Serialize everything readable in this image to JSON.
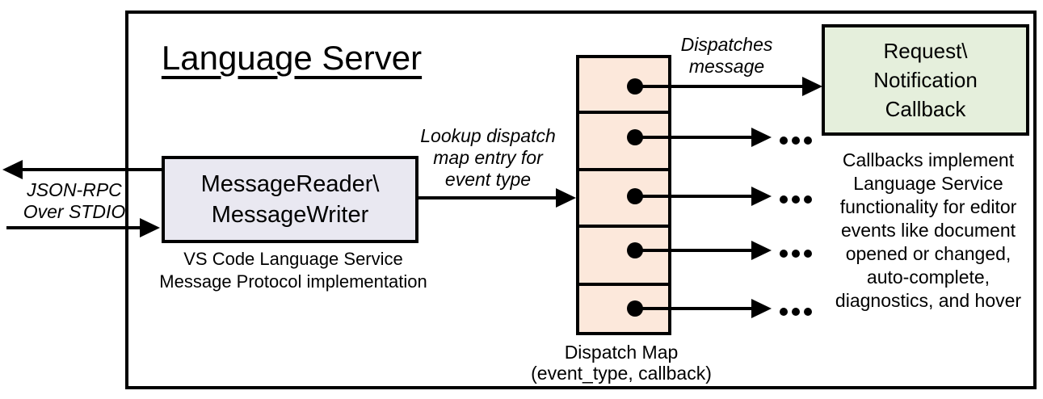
{
  "colors": {
    "message_box_fill": "#e9e8f1",
    "dispatch_map_fill": "#fce8db",
    "callback_box_fill": "#e5efdc",
    "line_color": "#000000",
    "background": "#ffffff"
  },
  "diagram": {
    "title": "Language Server",
    "stdio_label": {
      "line1": "JSON-RPC",
      "line2": "Over STDIO"
    },
    "message_box": {
      "line1": "MessageReader\\",
      "line2": "MessageWriter"
    },
    "message_box_caption": {
      "line1": "VS Code Language Service",
      "line2": "Message Protocol implementation"
    },
    "lookup_label": {
      "line1": "Lookup dispatch",
      "line2": "map entry for",
      "line3": "event type"
    },
    "dispatches_label": {
      "line1": "Dispatches",
      "line2": "message"
    },
    "callback_box": {
      "line1": "Request\\",
      "line2": "Notification",
      "line3": "Callback"
    },
    "callback_note": {
      "lines": [
        "Callbacks implement",
        "Language Service",
        "functionality for editor",
        "events like document",
        "opened or changed,",
        "auto-complete,",
        "diagnostics, and hover"
      ]
    },
    "dispatch_map": {
      "cell_count": 5,
      "ellipsis": "..."
    },
    "dispatch_map_label": {
      "line1": "Dispatch Map",
      "line2": "(event_type, callback)"
    }
  }
}
